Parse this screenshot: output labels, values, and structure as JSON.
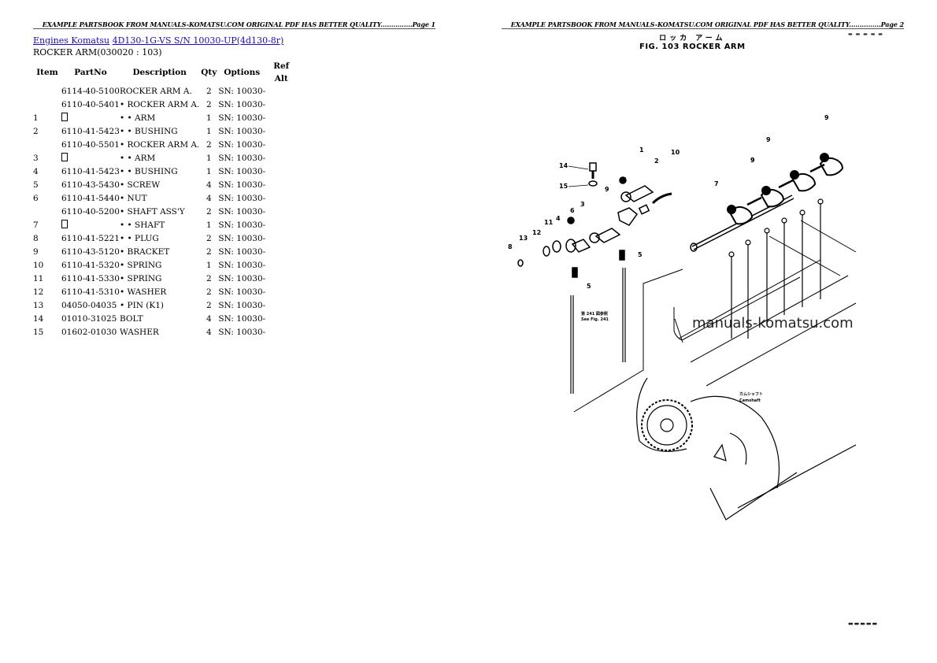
{
  "pages": {
    "left": {
      "header": "EXAMPLE PARTSBOOK FROM MANUALS-KOMATSU.COM ORIGINAL PDF HAS BETTER QUALITY...............Page 1",
      "breadcrumb": {
        "link1": "Engines Komatsu",
        "link2": "4D130-1G-VS S/N 10030-UP(4d130-8r)"
      },
      "subtitle": "ROCKER ARM(030020 : 103)",
      "table": {
        "headers": [
          "Item",
          "PartNo",
          "Description",
          "Qty",
          "Options",
          "Ref Alt"
        ],
        "rows": [
          {
            "item": "",
            "part": "6114-40-5100",
            "desc": "ROCKER ARM A.",
            "qty": "2",
            "opt": "SN: 10030-",
            "ref": ""
          },
          {
            "item": "",
            "part": "6110-40-5401",
            "desc": "• ROCKER ARM A.",
            "qty": "2",
            "opt": "SN: 10030-",
            "ref": ""
          },
          {
            "item": "1",
            "part": "[?]",
            "desc": "• • ARM",
            "qty": "1",
            "opt": "SN: 10030-",
            "ref": ""
          },
          {
            "item": "2",
            "part": "6110-41-5423",
            "desc": "• • BUSHING",
            "qty": "1",
            "opt": "SN: 10030-",
            "ref": ""
          },
          {
            "item": "",
            "part": "6110-40-5501",
            "desc": "• ROCKER ARM A.",
            "qty": "2",
            "opt": "SN: 10030-",
            "ref": ""
          },
          {
            "item": "3",
            "part": "[?]",
            "desc": "• • ARM",
            "qty": "1",
            "opt": "SN: 10030-",
            "ref": ""
          },
          {
            "item": "4",
            "part": "6110-41-5423",
            "desc": "• • BUSHING",
            "qty": "1",
            "opt": "SN: 10030-",
            "ref": ""
          },
          {
            "item": "5",
            "part": "6110-43-5430",
            "desc": "• SCREW",
            "qty": "4",
            "opt": "SN: 10030-",
            "ref": ""
          },
          {
            "item": "6",
            "part": "6110-41-5440",
            "desc": "• NUT",
            "qty": "4",
            "opt": "SN: 10030-",
            "ref": ""
          },
          {
            "item": "",
            "part": "6110-40-5200",
            "desc": "• SHAFT ASS'Y",
            "qty": "2",
            "opt": "SN: 10030-",
            "ref": ""
          },
          {
            "item": "7",
            "part": "[?]",
            "desc": "• • SHAFT",
            "qty": "1",
            "opt": "SN: 10030-",
            "ref": ""
          },
          {
            "item": "8",
            "part": "6110-41-5221",
            "desc": "• • PLUG",
            "qty": "2",
            "opt": "SN: 10030-",
            "ref": ""
          },
          {
            "item": "9",
            "part": "6110-43-5120",
            "desc": "• BRACKET",
            "qty": "2",
            "opt": "SN: 10030-",
            "ref": ""
          },
          {
            "item": "10",
            "part": "6110-41-5320",
            "desc": "• SPRING",
            "qty": "1",
            "opt": "SN: 10030-",
            "ref": ""
          },
          {
            "item": "11",
            "part": "6110-41-5330",
            "desc": "• SPRING",
            "qty": "2",
            "opt": "SN: 10030-",
            "ref": ""
          },
          {
            "item": "12",
            "part": "6110-41-5310",
            "desc": "• WASHER",
            "qty": "2",
            "opt": "SN: 10030-",
            "ref": ""
          },
          {
            "item": "13",
            "part": "04050-04035",
            "desc": "• PIN (K1)",
            "qty": "2",
            "opt": "SN: 10030-",
            "ref": ""
          },
          {
            "item": "14",
            "part": "01010-31025",
            "desc": "BOLT",
            "qty": "4",
            "opt": "SN: 10030-",
            "ref": ""
          },
          {
            "item": "15",
            "part": "01602-01030",
            "desc": "WASHER",
            "qty": "4",
            "opt": "SN: 10030-",
            "ref": ""
          }
        ]
      }
    },
    "right": {
      "header": "EXAMPLE PARTSBOOK FROM MANUALS-KOMATSU.COM ORIGINAL PDF HAS BETTER QUALITY...............Page 2",
      "figure": {
        "title_jp": "ロッカ アーム",
        "title_en": "FIG. 103  ROCKER  ARM",
        "callouts": [
          "1",
          "2",
          "3",
          "4",
          "5",
          "5",
          "5",
          "6",
          "6",
          "7",
          "8",
          "9",
          "9",
          "9",
          "9",
          "10",
          "11",
          "12",
          "13",
          "14",
          "15"
        ],
        "note_ref": "See Fig. 241",
        "note_camshaft": "Camshaft",
        "watermark": "manuals-komatsu.com"
      }
    }
  }
}
